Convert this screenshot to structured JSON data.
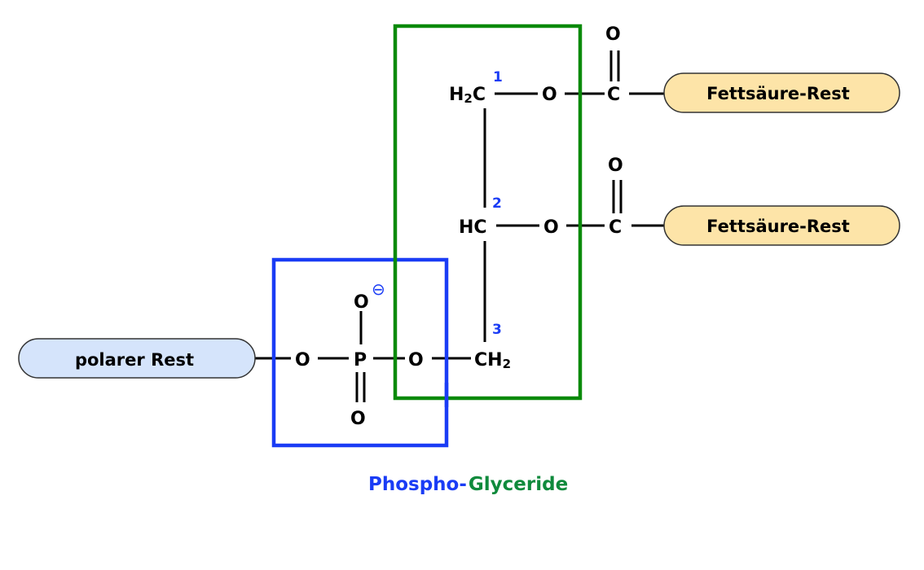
{
  "diagram": {
    "title": "Phospho-Glyceride structure",
    "colors": {
      "phospho_box": "#1a3cf5",
      "glyceride_box": "#0a8a0a",
      "fatty_acid_fill": "#fde4a8",
      "polar_fill": "#d5e4fb",
      "locant_color": "#1a3cf5"
    },
    "fatty_acid_1": {
      "label": "Fettsäure-Rest"
    },
    "fatty_acid_2": {
      "label": "Fettsäure-Rest"
    },
    "polar_group": {
      "label": "polarer Rest"
    },
    "atoms": {
      "c1_H": "H",
      "c1_sub": "2",
      "c1_C": "C",
      "o1": "O",
      "carbonyl1_C": "C",
      "carbonyl1_O": "O",
      "c2": "HC",
      "o2": "O",
      "carbonyl2_C": "C",
      "carbonyl2_O": "O",
      "c3_C": "CH",
      "c3_sub": "2",
      "o3": "O",
      "phosphorus": "P",
      "o_polar": "O",
      "o_neg": "O",
      "o_double": "O",
      "charge": "⊖"
    },
    "locants": [
      "1",
      "2",
      "3"
    ],
    "caption": {
      "part1": "Phospho-",
      "part2": "Glyceride"
    }
  }
}
